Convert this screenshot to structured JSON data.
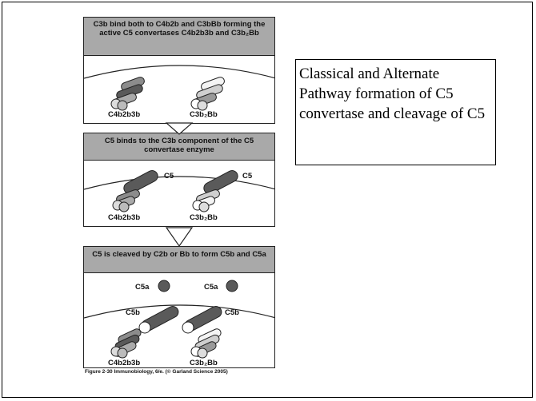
{
  "figure": {
    "panels": [
      {
        "heading": "C3b bind both to C4b2b and C3bBb forming the active C5 convertases C4b2b3b and C3b₂Bb",
        "labels": {
          "left": "C4b2b3b",
          "right": "C3b₂Bb"
        }
      },
      {
        "heading": "C5 binds to the C3b component of the C5 convertase enzyme",
        "labels": {
          "left": "C4b2b3b",
          "right": "C3b₂Bb",
          "c5_left": "C5",
          "c5_right": "C5"
        }
      },
      {
        "heading": "C5 is cleaved by C2b or Bb to form C5b and C5a",
        "labels": {
          "c5a_left": "C5a",
          "c5a_right": "C5a",
          "c5b_left": "C5b",
          "c5b_right": "C5b",
          "left": "C4b2b3b",
          "right": "C3b₂Bb"
        }
      }
    ],
    "caption": "Figure 2-30 Immunobiology, 6/e. (© Garland Science 2005)"
  },
  "slide": {
    "title": "Classical and Alternate Pathway formation of C5 convertase and cleavage of C5"
  },
  "colors": {
    "header_gray": "#a9a9a9",
    "dark_cyl": "#5a5a5a",
    "mid_cyl": "#8c8c8c",
    "light_cyl": "#dcdcdc"
  }
}
